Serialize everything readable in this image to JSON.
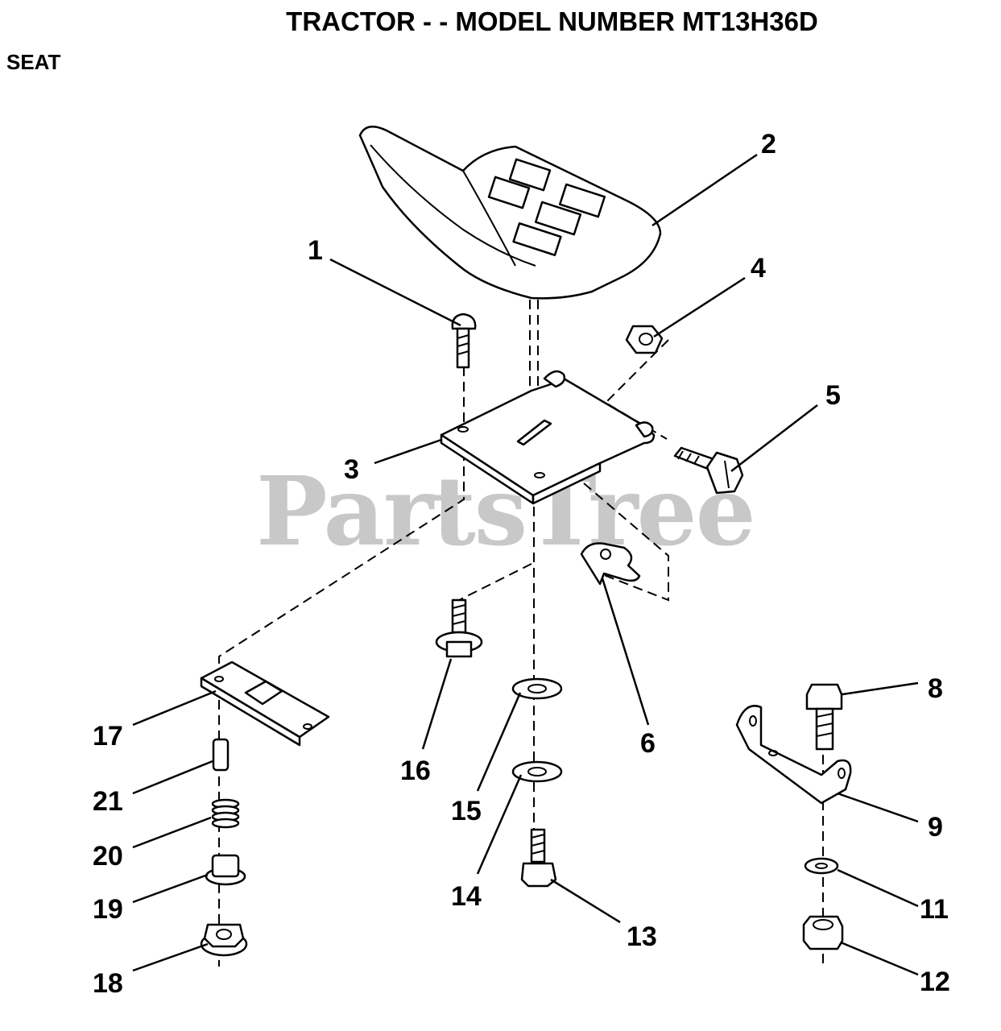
{
  "header": {
    "title": "TRACTOR - - MODEL NUMBER MT13H36D",
    "section": "SEAT"
  },
  "watermark": "PartsTree",
  "callouts": [
    "1",
    "2",
    "3",
    "4",
    "5",
    "6",
    "8",
    "9",
    "11",
    "12",
    "13",
    "14",
    "15",
    "16",
    "17",
    "18",
    "19",
    "20",
    "21"
  ]
}
